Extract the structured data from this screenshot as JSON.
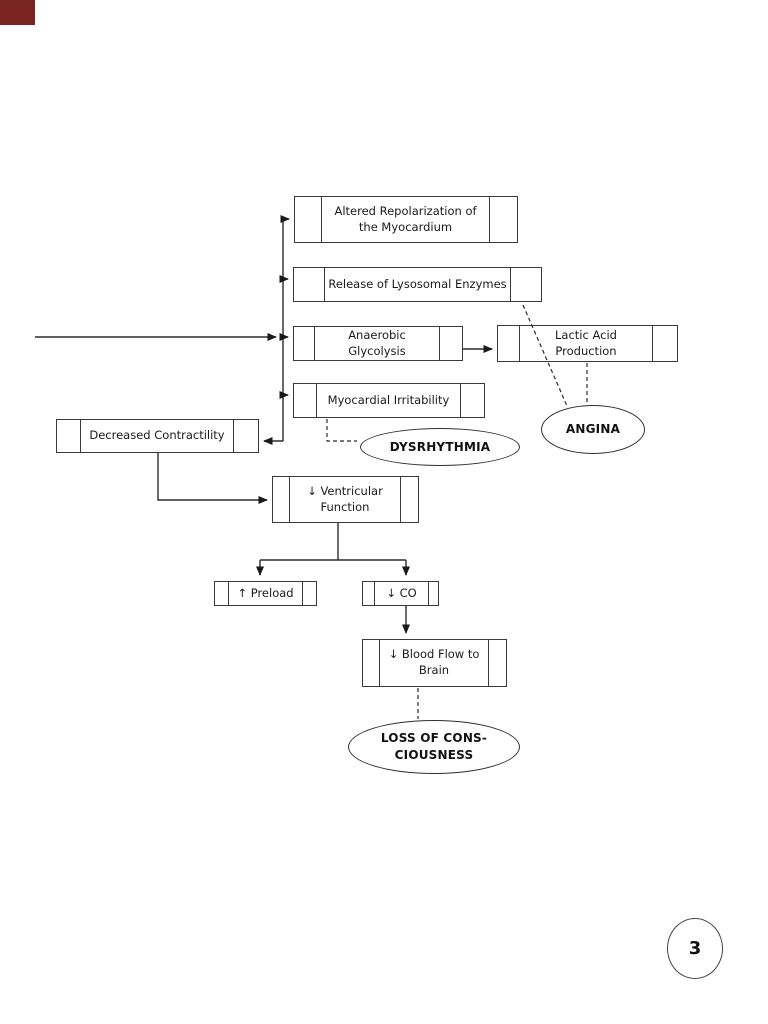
{
  "page": {
    "background": "#ffffff",
    "number": "3"
  },
  "corner_tab": {
    "color": "#7a2522"
  },
  "colors": {
    "line": "#2b2b2b",
    "box_border": "#3a3a3a",
    "text": "#1a1a1a"
  },
  "diagram": {
    "nodes": {
      "altered_repolarization": "Altered Repolarization of\nthe Myocardium",
      "lysosomal_enzymes": "Release of Lysosomal Enzymes",
      "anaerobic_glycolysis": "Anaerobic Glycolysis",
      "lactic_acid": "Lactic Acid Production",
      "myocardial_irritability": "Myocardial Irritability",
      "decreased_contractility": "Decreased Contractility",
      "ventricular_function": "↓ Ventricular\nFunction",
      "preload": "↑ Preload",
      "cardiac_output": "↓ CO",
      "blood_flow_brain": "↓ Blood Flow to\nBrain"
    },
    "outcomes": {
      "dysrhythmia": "DYSRHYTHMIA",
      "angina": "ANGINA",
      "loss_of_consciousness": "LOSS OF CONS-\nCIOUSNESS"
    }
  }
}
